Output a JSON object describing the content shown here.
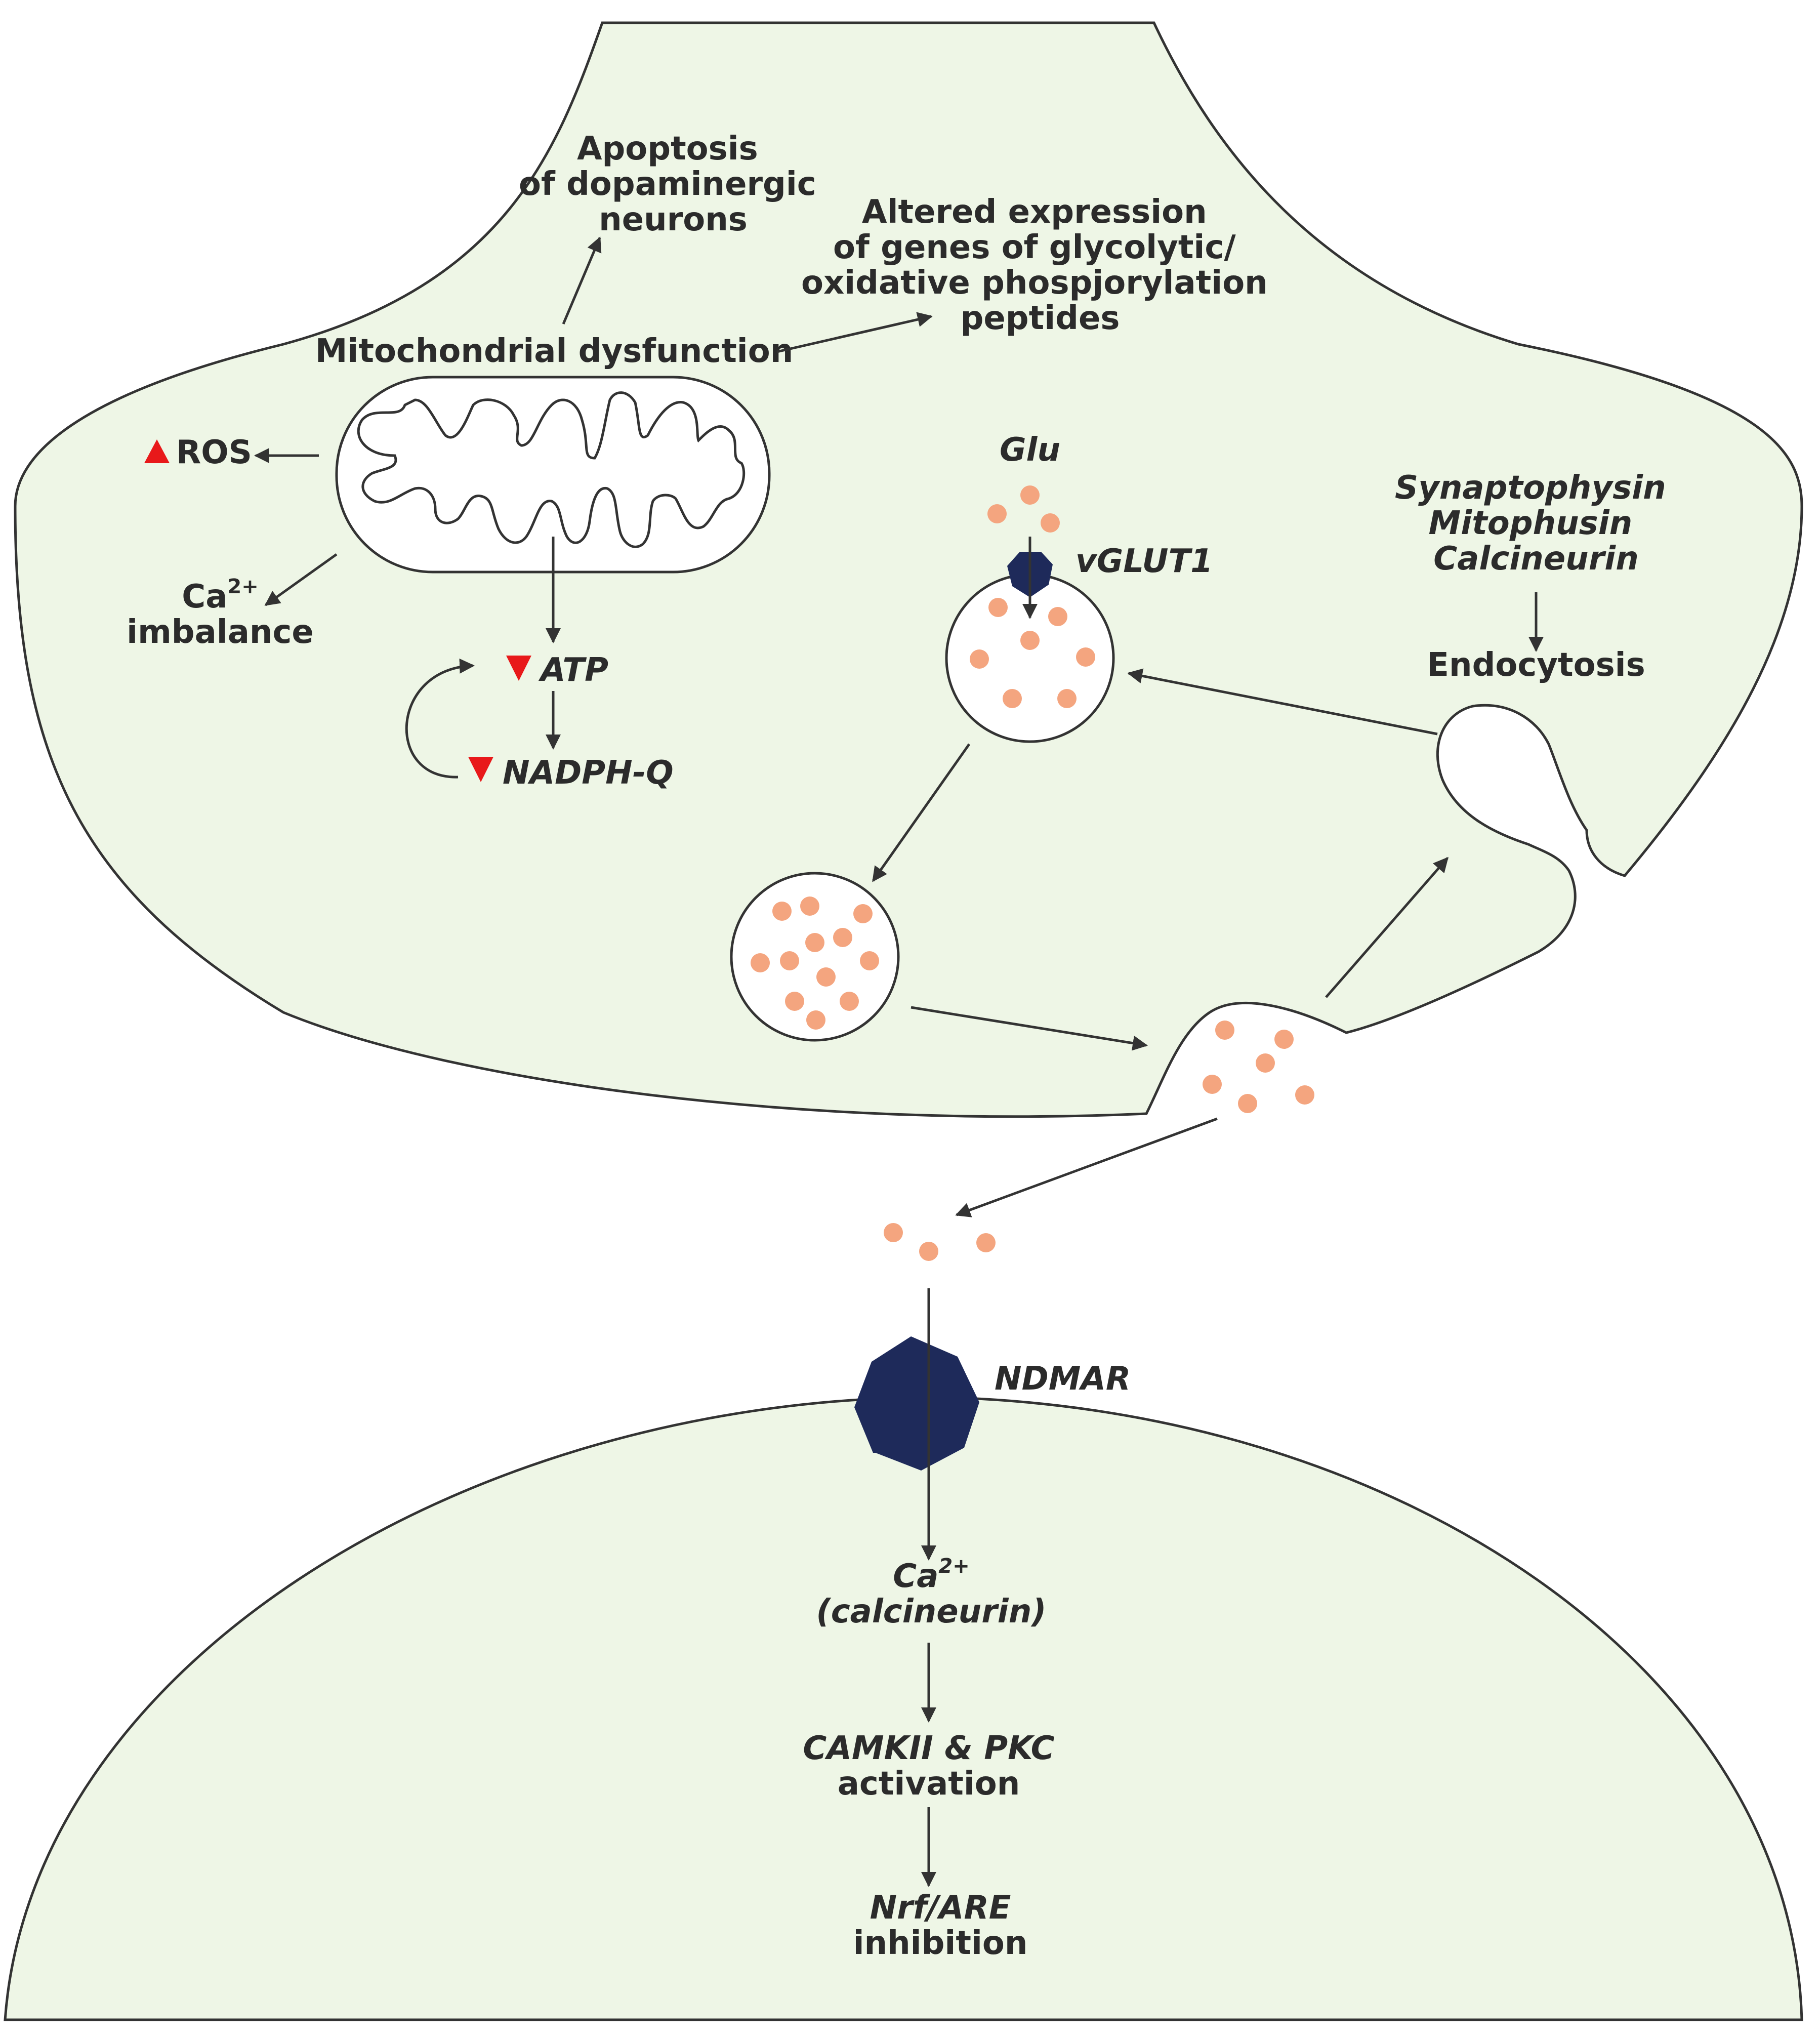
{
  "labels": {
    "apoptosis": [
      "Apoptosis",
      "of dopaminergic",
      "neurons"
    ],
    "altered": [
      "Altered expression",
      "of genes of glycolytic/",
      "oxidative phospjorylation",
      "peptides"
    ],
    "mito": "Mitochondrial dysfunction",
    "ros": "ROS",
    "ca_main": "Ca",
    "ca_sup": "2+",
    "imbalance": "imbalance",
    "atp": "ATP",
    "nadph": "NADPH-Q",
    "glu": "Glu",
    "vglut1": "vGLUT1",
    "synaptophysin": "Synaptophysin",
    "mitophusin": "Mitophusin",
    "calcineurin": "Calcineurin",
    "endocytosis": "Endocytosis",
    "ndmar": "NDMAR",
    "ca2_main": "Ca",
    "ca2_sup": "2+",
    "calcineurin_paren": "(calcineurin)",
    "camkii": "CAMKII & PKC",
    "activation": "activation",
    "nrf": "Nrf/ARE",
    "inhibition": "inhibition"
  },
  "colors": {
    "cell_fill": "#eef6e6",
    "outline": "#333333",
    "glutamate": "#f4a57f",
    "receptor": "#1e2a5a",
    "up_down_marker": "#e8191a",
    "text": "#2b2b2b"
  }
}
